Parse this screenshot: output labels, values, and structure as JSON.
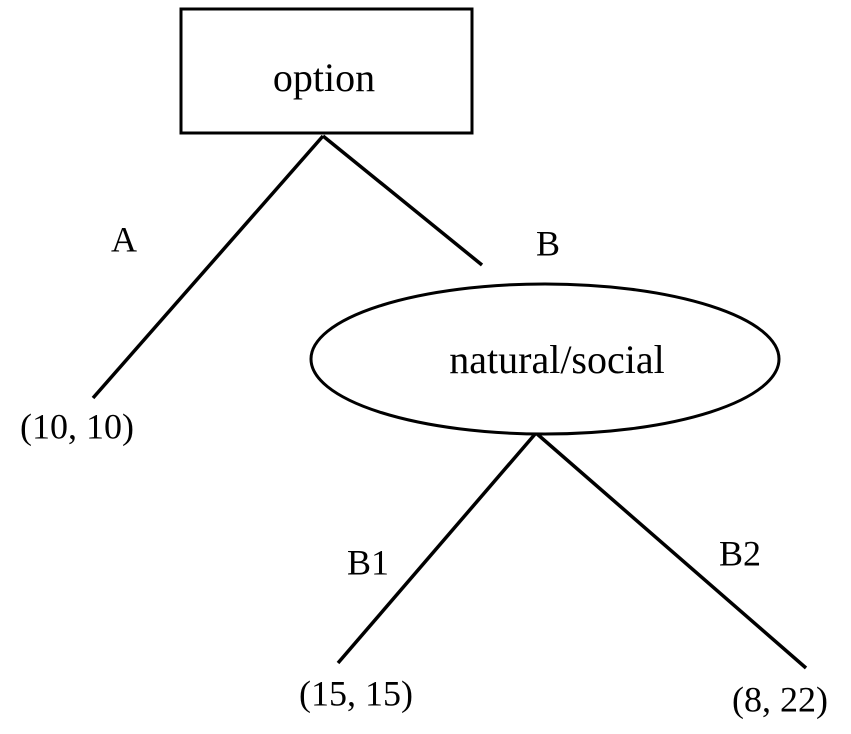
{
  "root": {
    "label": "option"
  },
  "chance_node": {
    "label": "natural/social"
  },
  "edges": {
    "a": {
      "label": "A"
    },
    "b": {
      "label": "B"
    },
    "b1": {
      "label": "B1"
    },
    "b2": {
      "label": "B2"
    }
  },
  "payoffs": {
    "a": "(10, 10)",
    "b1": "(15, 15)",
    "b2": "(8, 22)"
  },
  "colors": {
    "stroke": "#000000",
    "background": "#ffffff"
  }
}
